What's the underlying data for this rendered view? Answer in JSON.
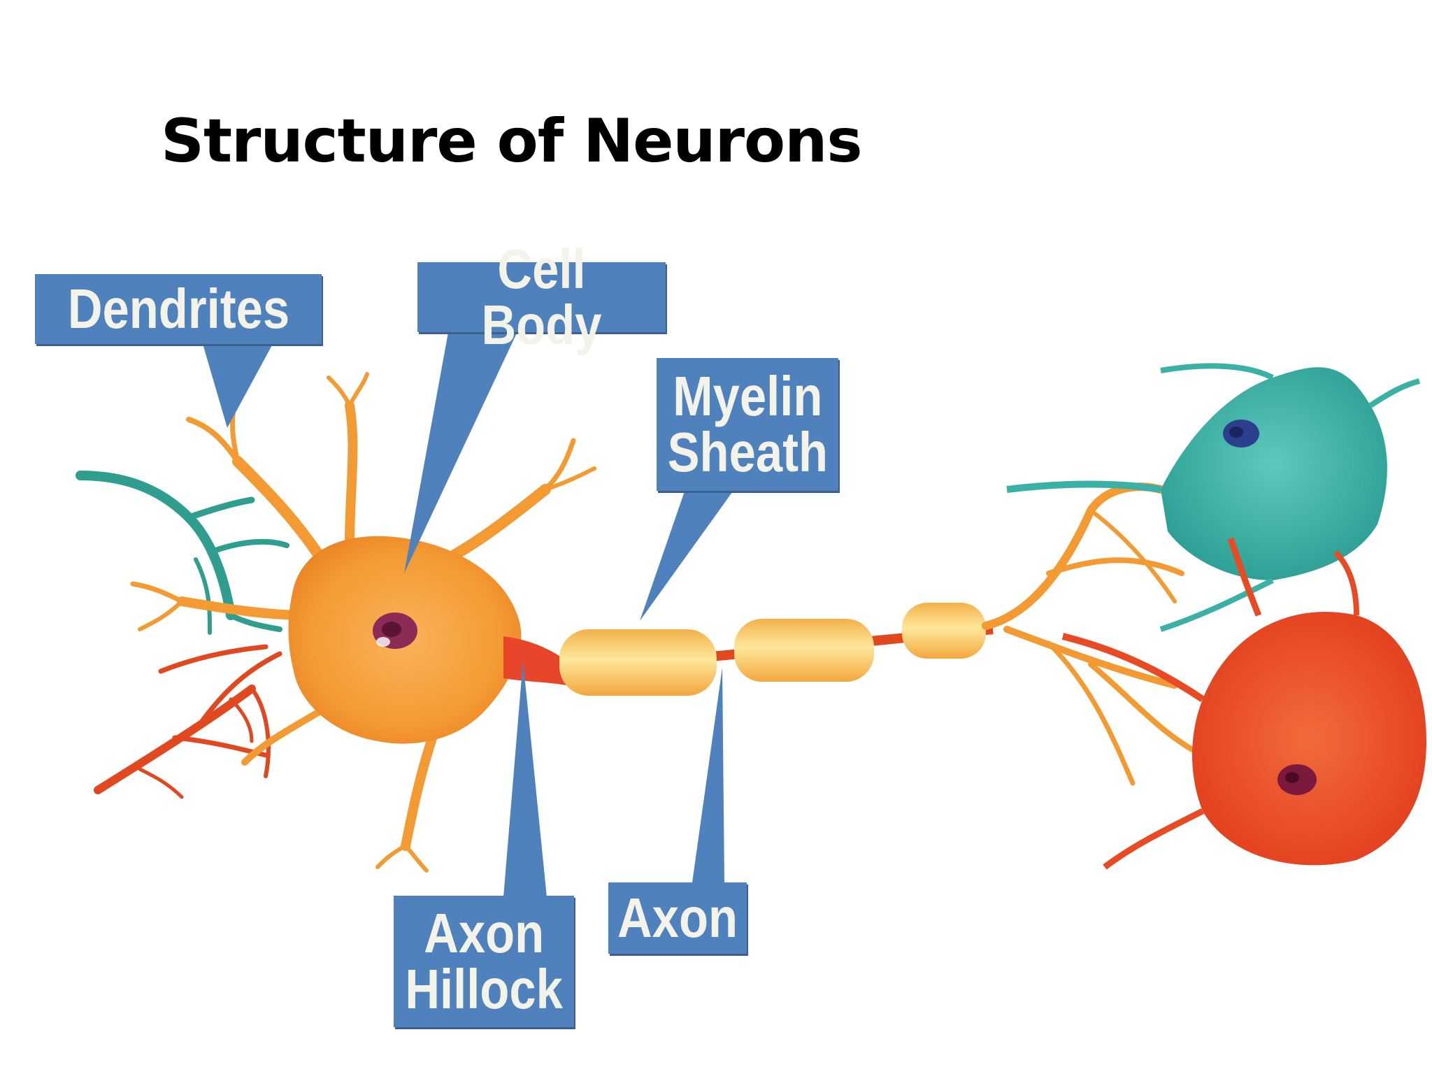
{
  "title": "Structure of Neurons",
  "labels": {
    "dendrites": "Dendrites",
    "cell_body": "Cell Body",
    "myelin_sheath": "Myelin\nSheath",
    "axon_hillock": "Axon\nHillock",
    "axon": "Axon"
  },
  "colors": {
    "label_fill": "#4F81BD",
    "label_text": "#F3F3EA",
    "neuron_orange": "#F39A33",
    "myelin": "#F8C65A",
    "neuron_teal": "#3BB1A6",
    "neuron_red": "#E84A24"
  }
}
